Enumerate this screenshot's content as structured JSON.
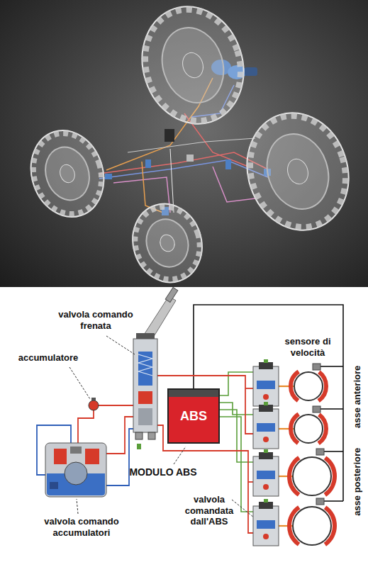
{
  "diagram": {
    "nodes": [
      {
        "text": [
          "ABS"
        ]
      }
    ],
    "labels": [
      "valvola comando frenata",
      "accumulatore",
      "sensore di velocità",
      "asse anteriore",
      "asse posteriore",
      "MODULO ABS",
      "valvola comando accumulatori",
      "valvola comandata dall'ABS"
    ]
  }
}
